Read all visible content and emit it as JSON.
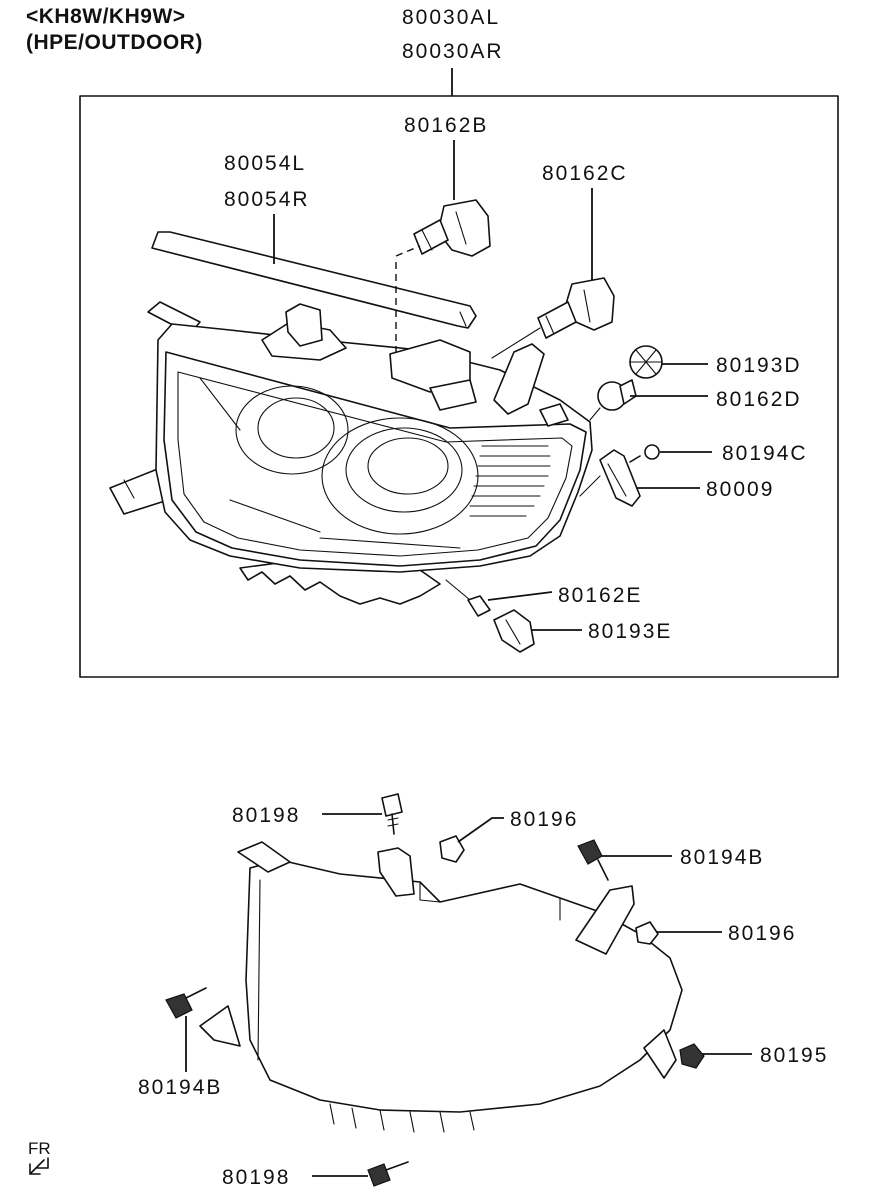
{
  "header": {
    "variant_line1": "<KH8W/KH9W>",
    "variant_line2": "(HPE/OUTDOOR)",
    "assembly_left": "80030AL",
    "assembly_right": "80030AR"
  },
  "upper_labels": {
    "trim_left": "80054L",
    "trim_right": "80054R",
    "bulb_b": "80162B",
    "bulb_c": "80162C",
    "socket_d": "80193D",
    "bulb_d": "80162D",
    "screw_c": "80194C",
    "bracket": "80009",
    "bulb_e": "80162E",
    "socket_e": "80193E"
  },
  "lower_labels": {
    "bolt_top": "80198",
    "nut_top": "80196",
    "screw_b_right": "80194B",
    "nut_right": "80196",
    "nut_lower_right": "80195",
    "screw_b_left": "80194B",
    "bolt_bottom": "80198",
    "direction_mark": "FR"
  }
}
